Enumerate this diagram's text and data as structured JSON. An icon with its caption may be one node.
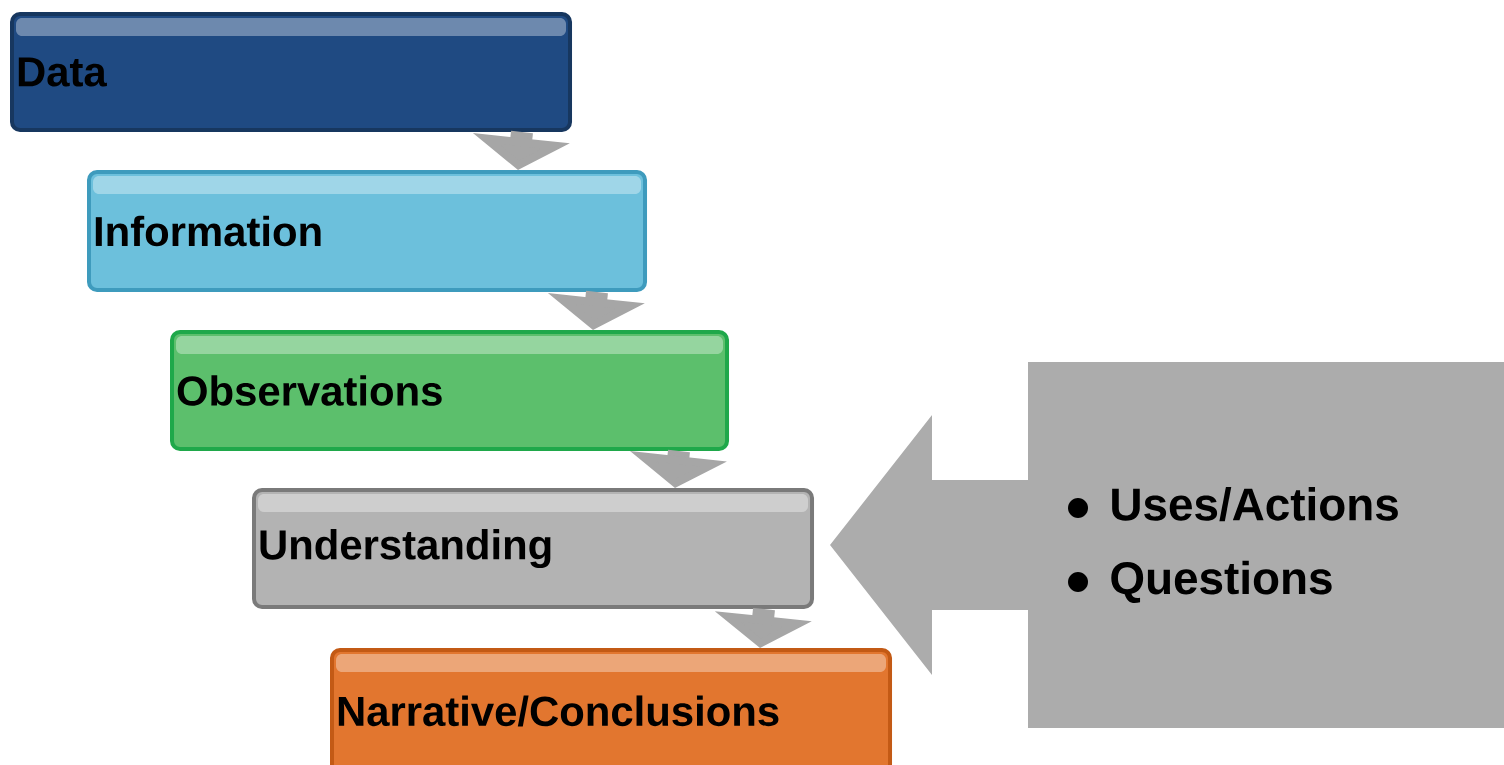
{
  "diagram": {
    "nodes": [
      {
        "text": [
          "Data"
        ]
      },
      {
        "text": [
          "Information"
        ]
      },
      {
        "text": [
          "Observations"
        ]
      },
      {
        "text": [
          "Understanding"
        ]
      },
      {
        "text": [
          "Narrative/Conclusions"
        ]
      },
      {
        "text": [
          "Uses/Actions",
          "Questions"
        ]
      }
    ],
    "edges": [
      {
        "from": 0,
        "to": 1,
        "arrow": "to"
      },
      {
        "from": 1,
        "to": 2,
        "arrow": "to"
      },
      {
        "from": 2,
        "to": 3,
        "arrow": "to"
      },
      {
        "from": 3,
        "to": 4,
        "arrow": "to"
      }
    ]
  }
}
